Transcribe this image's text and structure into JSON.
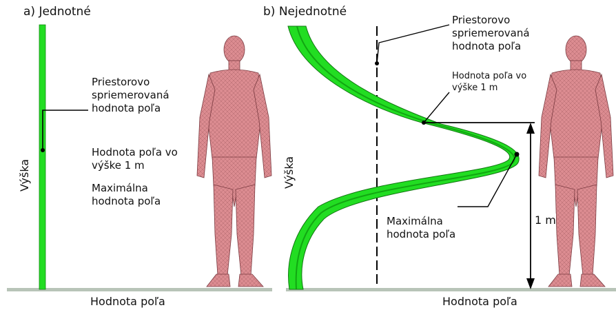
{
  "panel_a": {
    "title": "a) Jednotné",
    "y_label": "Výška",
    "x_label": "Hodnota poľa",
    "label_spatial_avg": "Priestorovo\nspriemerovaná\nhodnota poľa",
    "label_at_1m": "Hodnota poľa vo\nvýške 1 m",
    "label_max": "Maximálna\nhodnota poľa"
  },
  "panel_b": {
    "title": "b) Nejednotné",
    "y_label": "Výška",
    "x_label": "Hodnota poľa",
    "label_spatial_avg": "Priestorovo\nspriemerovaná\nhodnota poľa",
    "label_at_1m": "Hodnota poľa vo\nvýške 1 m",
    "label_max": "Maximálna\nhodnota poľa",
    "height_marker": "1 m"
  },
  "colors": {
    "field_band": "#22dd22",
    "body_fill": "#d98a8f",
    "ground": "#b8c4b8"
  }
}
